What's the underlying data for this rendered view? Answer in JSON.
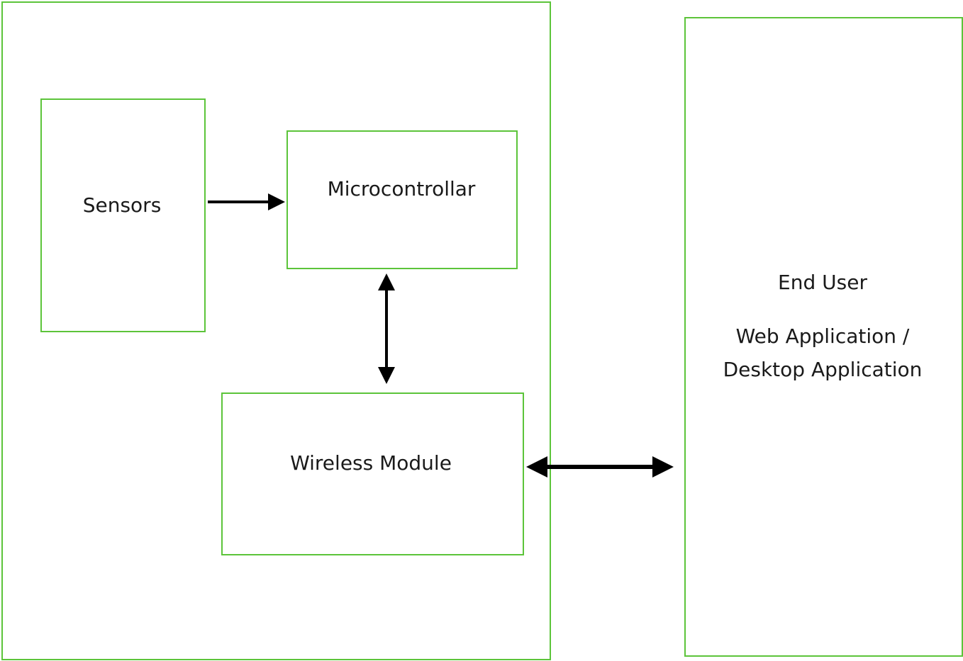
{
  "diagram": {
    "accent_color": "#5cc43a",
    "arrow_color": "#000000",
    "nodes": {
      "device": {
        "label": ""
      },
      "sensors": {
        "label": "Sensors"
      },
      "microcontroller": {
        "label": "Microcontrollar"
      },
      "wireless_module": {
        "label": "Wireless Module"
      },
      "end_user": {
        "title": "End User",
        "line1": "Web Application /",
        "line2": "Desktop Application"
      }
    },
    "edges": [
      {
        "from": "sensors",
        "to": "microcontroller",
        "direction": "one-way"
      },
      {
        "from": "microcontroller",
        "to": "wireless_module",
        "direction": "two-way"
      },
      {
        "from": "wireless_module",
        "to": "end_user",
        "direction": "two-way"
      }
    ]
  }
}
